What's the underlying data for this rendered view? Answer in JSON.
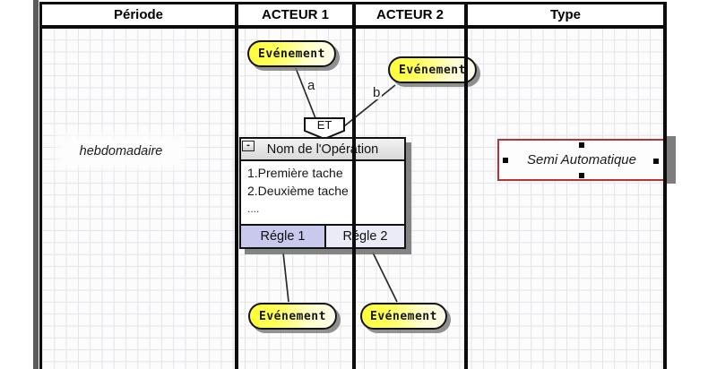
{
  "header": {
    "columns": [
      {
        "label": "Période"
      },
      {
        "label": "ACTEUR 1"
      },
      {
        "label": "ACTEUR 2"
      },
      {
        "label": "Type"
      }
    ]
  },
  "period": {
    "label": "hebdomadaire"
  },
  "events": {
    "top_left": "Evénement",
    "top_right": "Evénement",
    "bottom_left": "Evénement",
    "bottom_right": "Evénement"
  },
  "synchronization": {
    "operator": "ET",
    "edge_a_label": "a",
    "edge_b_label": "b"
  },
  "operation": {
    "collapse_label": "-",
    "title": "Nom de l'Opération",
    "tasks": [
      "1.Première tache",
      "2.Deuxième tache"
    ],
    "tasks_ellipsis": "....",
    "rules": [
      {
        "label": "Régle 1"
      },
      {
        "label": "Régle 2"
      }
    ]
  },
  "type_cell": {
    "label": "Semi Automatique"
  },
  "colors": {
    "event_fill": "#ffff44",
    "rule1_bg": "#c9c9ee",
    "rule2_bg": "#ebebf8",
    "selection_red": "#b63434",
    "grid_line": "#e3e3e9",
    "border_black": "#0c0c0c"
  }
}
